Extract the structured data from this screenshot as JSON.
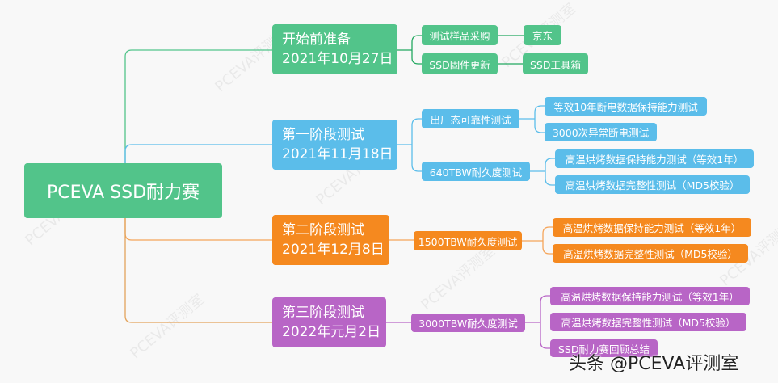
{
  "root": "PCEVA SSD耐力赛",
  "branches": [
    {
      "title": "开始前准备",
      "date": "2021年10月27日",
      "color": "#52c48a",
      "children": [
        {
          "label": "测试样品采购",
          "leaf": "京东"
        },
        {
          "label": "SSD固件更新",
          "leaf": "SSD工具箱"
        }
      ]
    },
    {
      "title": "第一阶段测试",
      "date": "2021年11月18日",
      "color": "#5bbdea",
      "children": [
        {
          "label": "出厂态可靠性测试",
          "leaves": [
            "等效10年断电数据保持能力测试",
            "3000次异常断电测试"
          ]
        },
        {
          "label": "640TBW耐久度测试",
          "leaves": [
            "高温烘烤数据保持能力测试（等效1年）",
            "高温烘烤数据完整性测试（MD5校验）"
          ]
        }
      ]
    },
    {
      "title": "第二阶段测试",
      "date": "2021年12月8日",
      "color": "#f5891f",
      "children": [
        {
          "label": "1500TBW耐久度测试",
          "leaves": [
            "高温烘烤数据保持能力测试（等效1年）",
            "高温烘烤数据完整性测试（MD5校验）"
          ]
        }
      ]
    },
    {
      "title": "第三阶段测试",
      "date": "2022年元月2日",
      "color": "#b865c6",
      "children": [
        {
          "label": "3000TBW耐久度测试",
          "leaves": [
            "高温烘烤数据保持能力测试（等效1年）",
            "高温烘烤数据完整性测试（MD5校验）",
            "SSD耐力赛回顾总结"
          ]
        }
      ]
    }
  ],
  "watermark": "PCEVA评测室",
  "footer": "头条 @PCEVA评测室"
}
